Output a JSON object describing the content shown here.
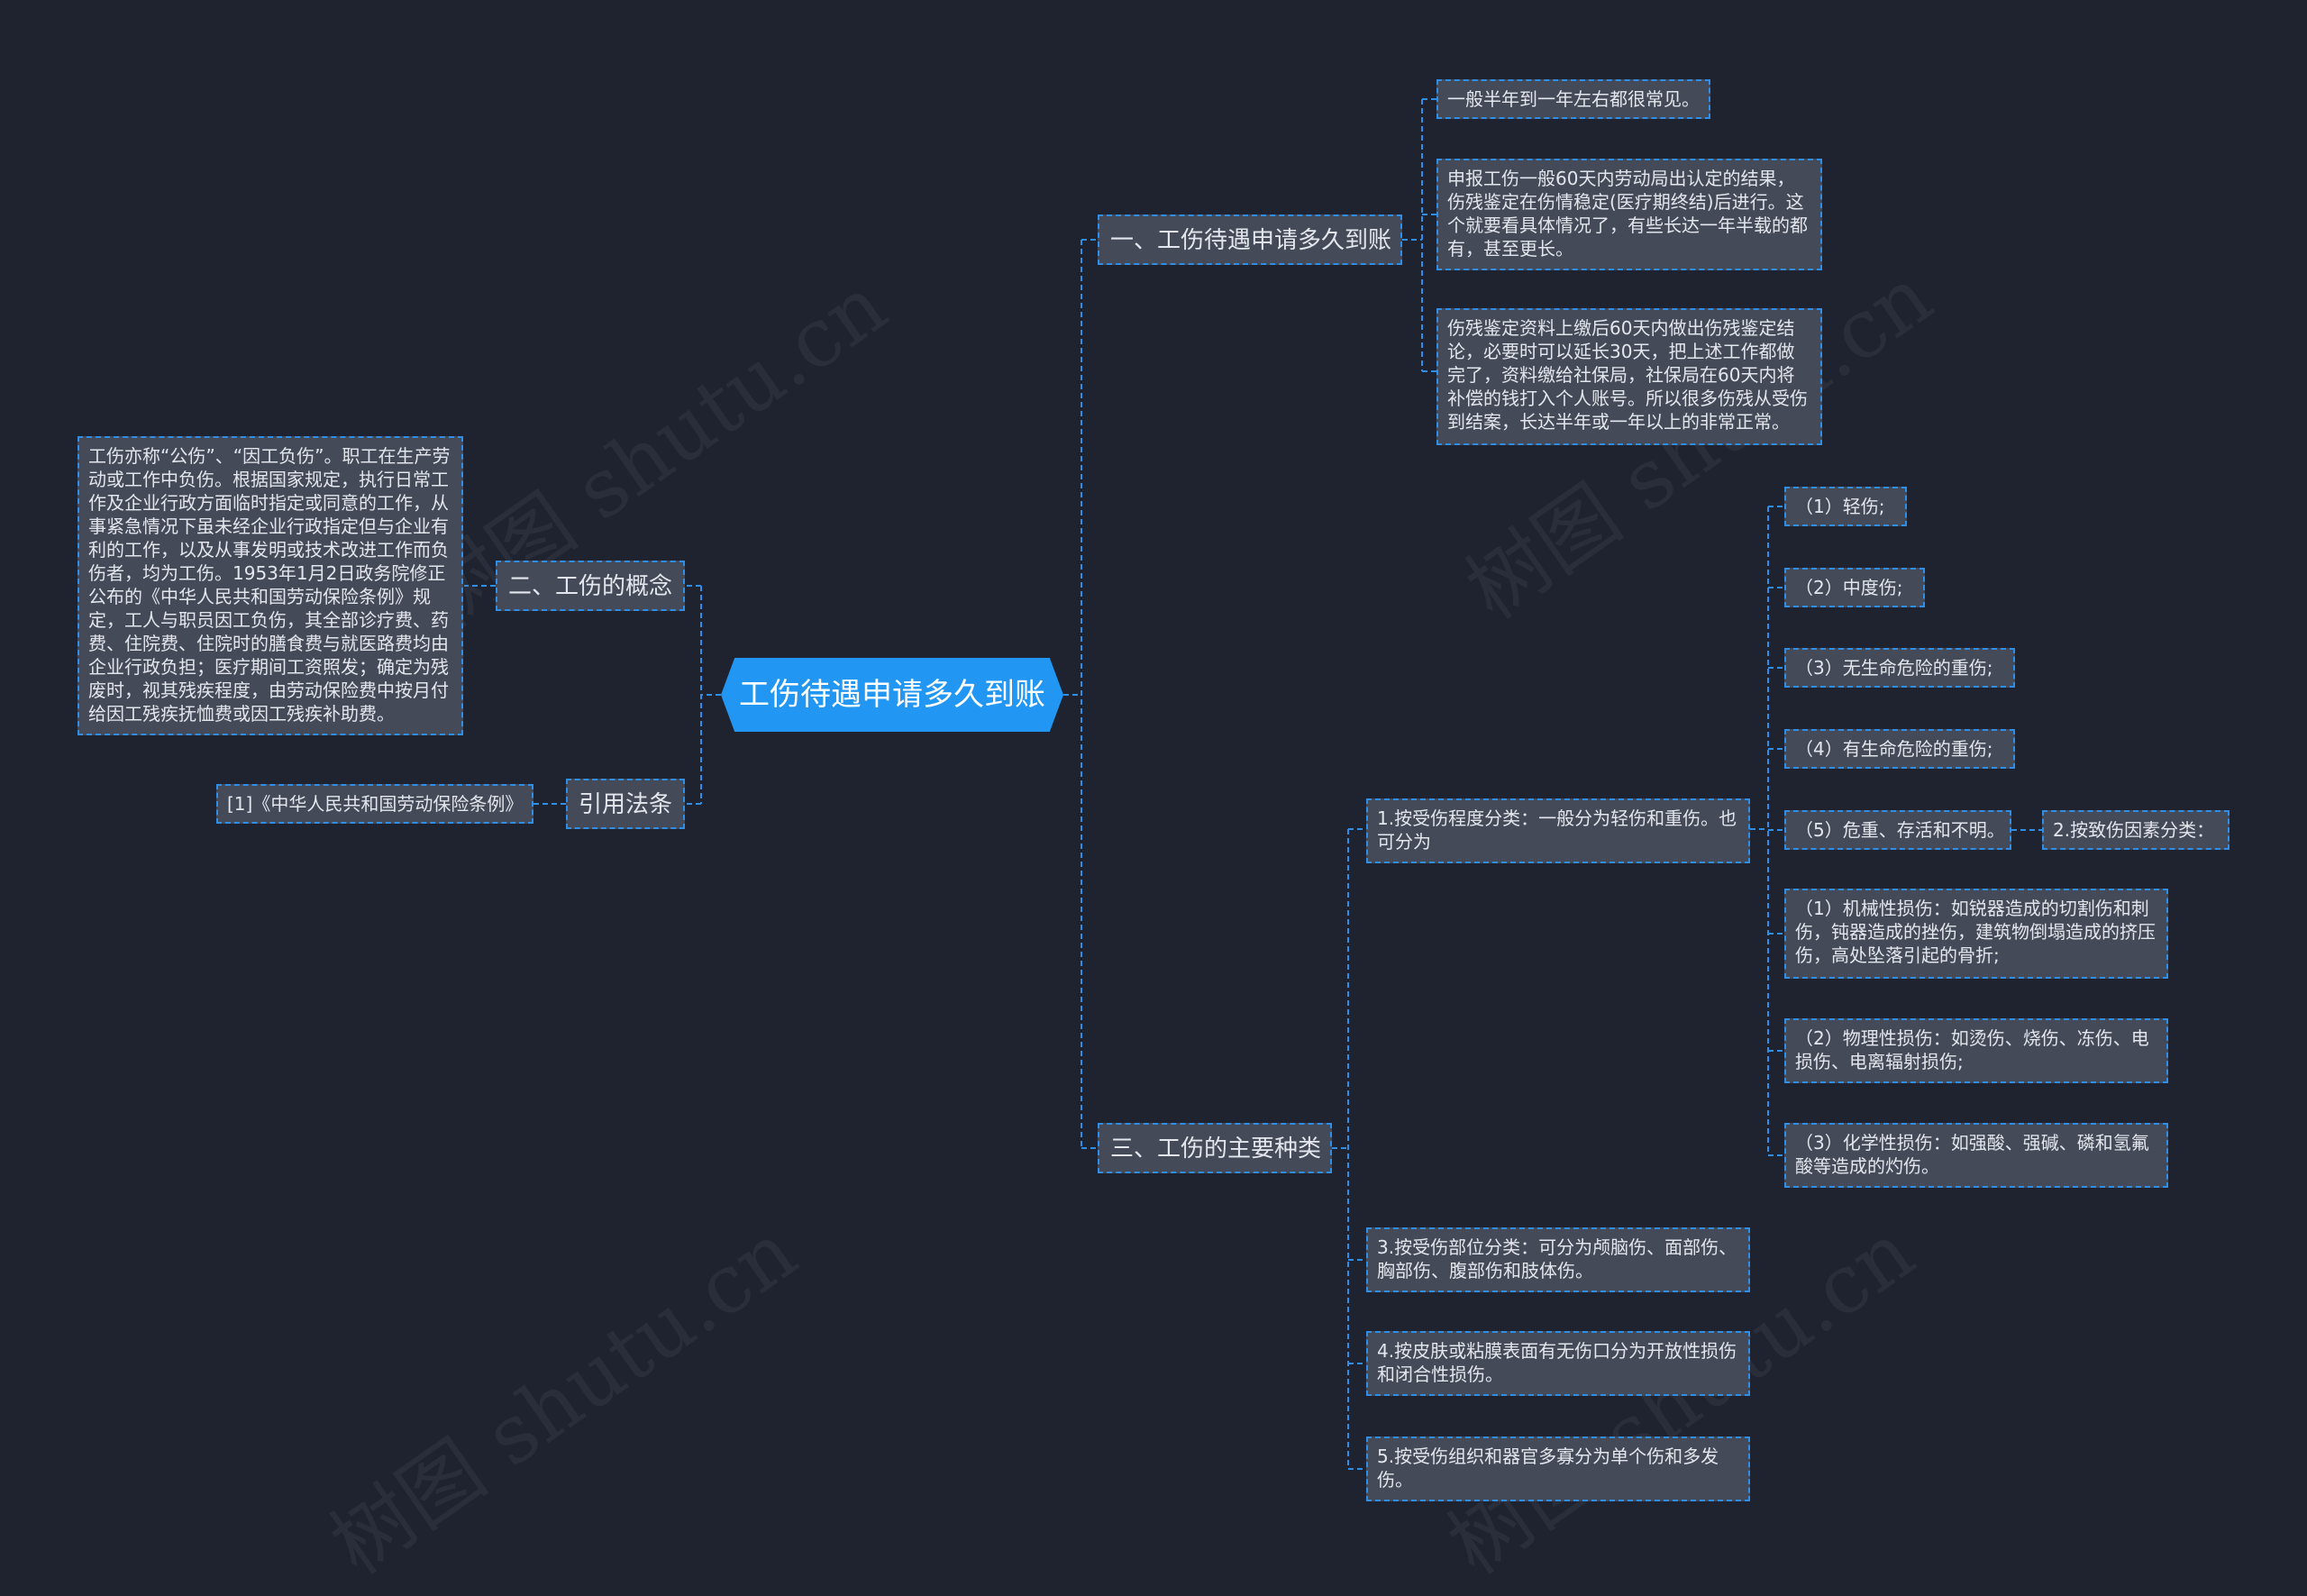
{
  "watermark": "树图 shutu.cn",
  "root": {
    "label": "工伤待遇申请多久到账"
  },
  "left": {
    "concept": {
      "label": "二、工伤的概念",
      "detail": "工伤亦称“公伤”、“因工负伤”。职工在生产劳动或工作中负伤。根据国家规定，执行日常工作及企业行政方面临时指定或同意的工作，从事紧急情况下虽未经企业行政指定但与企业有利的工作，以及从事发明或技术改进工作而负伤者，均为工伤。1953年1月2日政务院修正公布的《中华人民共和国劳动保险条例》规定，工人与职员因工负伤，其全部诊疗费、药费、住院费、住院时的膳食费与就医路费均由企业行政负担；医疗期间工资照发；确定为残废时，视其残疾程度，由劳动保险费中按月付给因工残疾抚恤费或因工残疾补助费。"
    },
    "law": {
      "label": "引用法条",
      "detail": "[1]《中华人民共和国劳动保险条例》"
    }
  },
  "right": {
    "branch1": {
      "label": "一、工伤待遇申请多久到账",
      "items": [
        "一般半年到一年左右都很常见。",
        "申报工伤一般60天内劳动局出认定的结果，伤残鉴定在伤情稳定(医疗期终结)后进行。这个就要看具体情况了，有些长达一年半载的都有，甚至更长。",
        "伤残鉴定资料上缴后60天内做出伤残鉴定结论，必要时可以延长30天，把上述工作都做完了，资料缴给社保局，社保局在60天内将补偿的钱打入个人账号。所以很多伤残从受伤到结案，长达半年或一年以上的非常正常。"
      ]
    },
    "branch3": {
      "label": "三、工伤的主要种类",
      "c1": {
        "label": "1.按受伤程度分类：一般分为轻伤和重伤。也可分为",
        "items": [
          "（1）轻伤;",
          "（2）中度伤;",
          "（3）无生命危险的重伤;",
          "（4）有生命危险的重伤;",
          "（5）危重、存活和不明。",
          "（1）机械性损伤：如锐器造成的切割伤和刺伤，钝器造成的挫伤，建筑物倒塌造成的挤压伤，高处坠落引起的骨折;",
          "（2）物理性损伤：如烫伤、烧伤、冻伤、电损伤、电离辐射损伤;",
          "（3）化学性损伤：如强酸、强碱、磷和氢氟酸等造成的灼伤。"
        ],
        "sub": "2.按致伤因素分类："
      },
      "c3": "3.按受伤部位分类：可分为颅脑伤、面部伤、胸部伤、腹部伤和肢体伤。",
      "c4": "4.按皮肤或粘膜表面有无伤口分为开放性损伤和闭合性损伤。",
      "c5": "5.按受伤组织和器官多寡分为单个伤和多发伤。"
    }
  }
}
